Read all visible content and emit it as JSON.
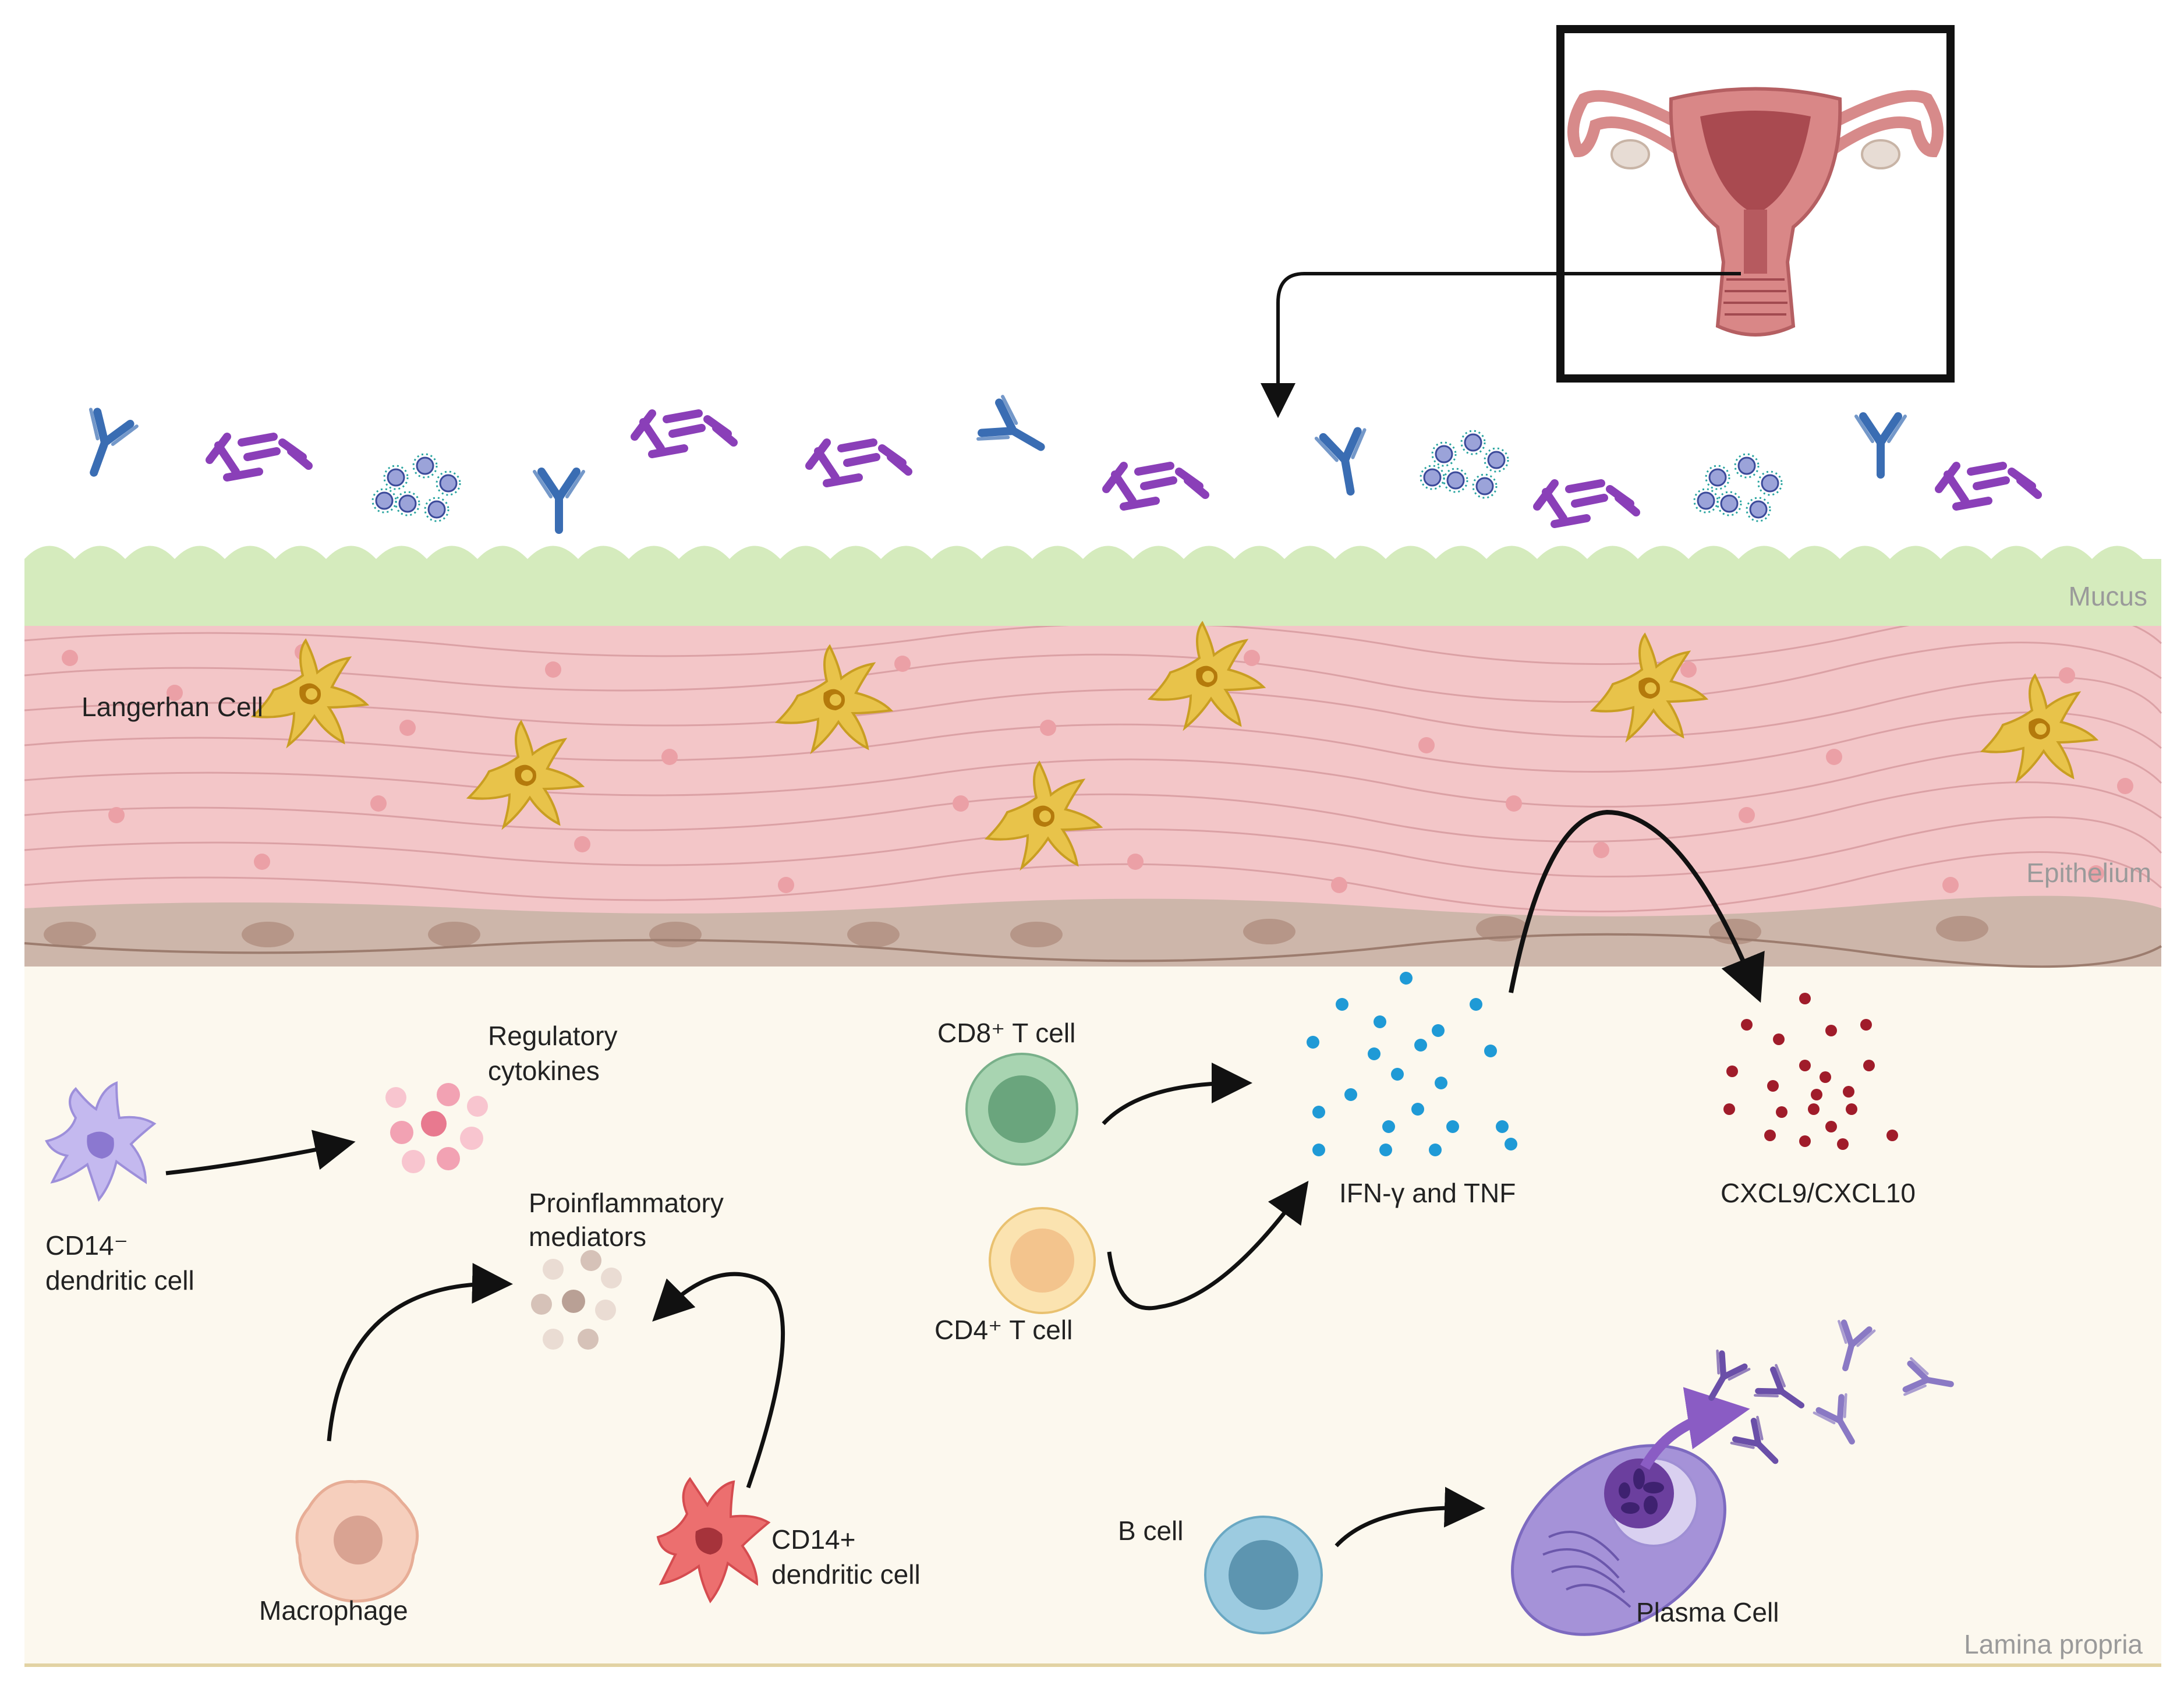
{
  "layers": {
    "mucus": "Mucus",
    "epithelium": "Epithelium",
    "lamina": "Lamina propria"
  },
  "labels": {
    "langerhans": "Langerhan Cell",
    "regulatory_1": "Regulatory",
    "regulatory_2": "cytokines",
    "cd14neg_1": "CD14⁻",
    "cd14neg_2": "dendritic cell",
    "proinflam_1": "Proinflammatory",
    "proinflam_2": "mediators",
    "macrophage": "Macrophage",
    "cd14pos_1": "CD14+",
    "cd14pos_2": "dendritic cell",
    "cd8": "CD8⁺ T cell",
    "cd4": "CD4⁺ T cell",
    "ifn": "IFN-γ and TNF",
    "cxcl": "CXCL9/CXCL10",
    "bcell": "B cell",
    "plasma": "Plasma Cell"
  },
  "colors": {
    "mucus": "#d5ebbd",
    "epithelium": "#f3c6c8",
    "basal": "#cdb6aa",
    "lamina": "#fcf8ee",
    "langerhans": "#e8c34a",
    "antibody": "#3a6db3",
    "bacteria": "#8a3fb8",
    "cd14neg": "#b9aee8",
    "cd14pos": "#e86a6a",
    "macrophage": "#f4c7b2",
    "cd8": "#8fc69c",
    "cd4": "#f7d58e",
    "bcell": "#8cc3d6",
    "plasma": "#9b86d2",
    "ifn_dot": "#1f9ad6",
    "cxcl_dot": "#a01c2a"
  },
  "icons": [
    "antibody-icon",
    "bacteria-icon",
    "virus-icon",
    "uterus-icon",
    "langerhans-cell-icon",
    "dendritic-cell-icon",
    "macrophage-icon",
    "t-cell-icon",
    "b-cell-icon",
    "plasma-cell-icon"
  ]
}
